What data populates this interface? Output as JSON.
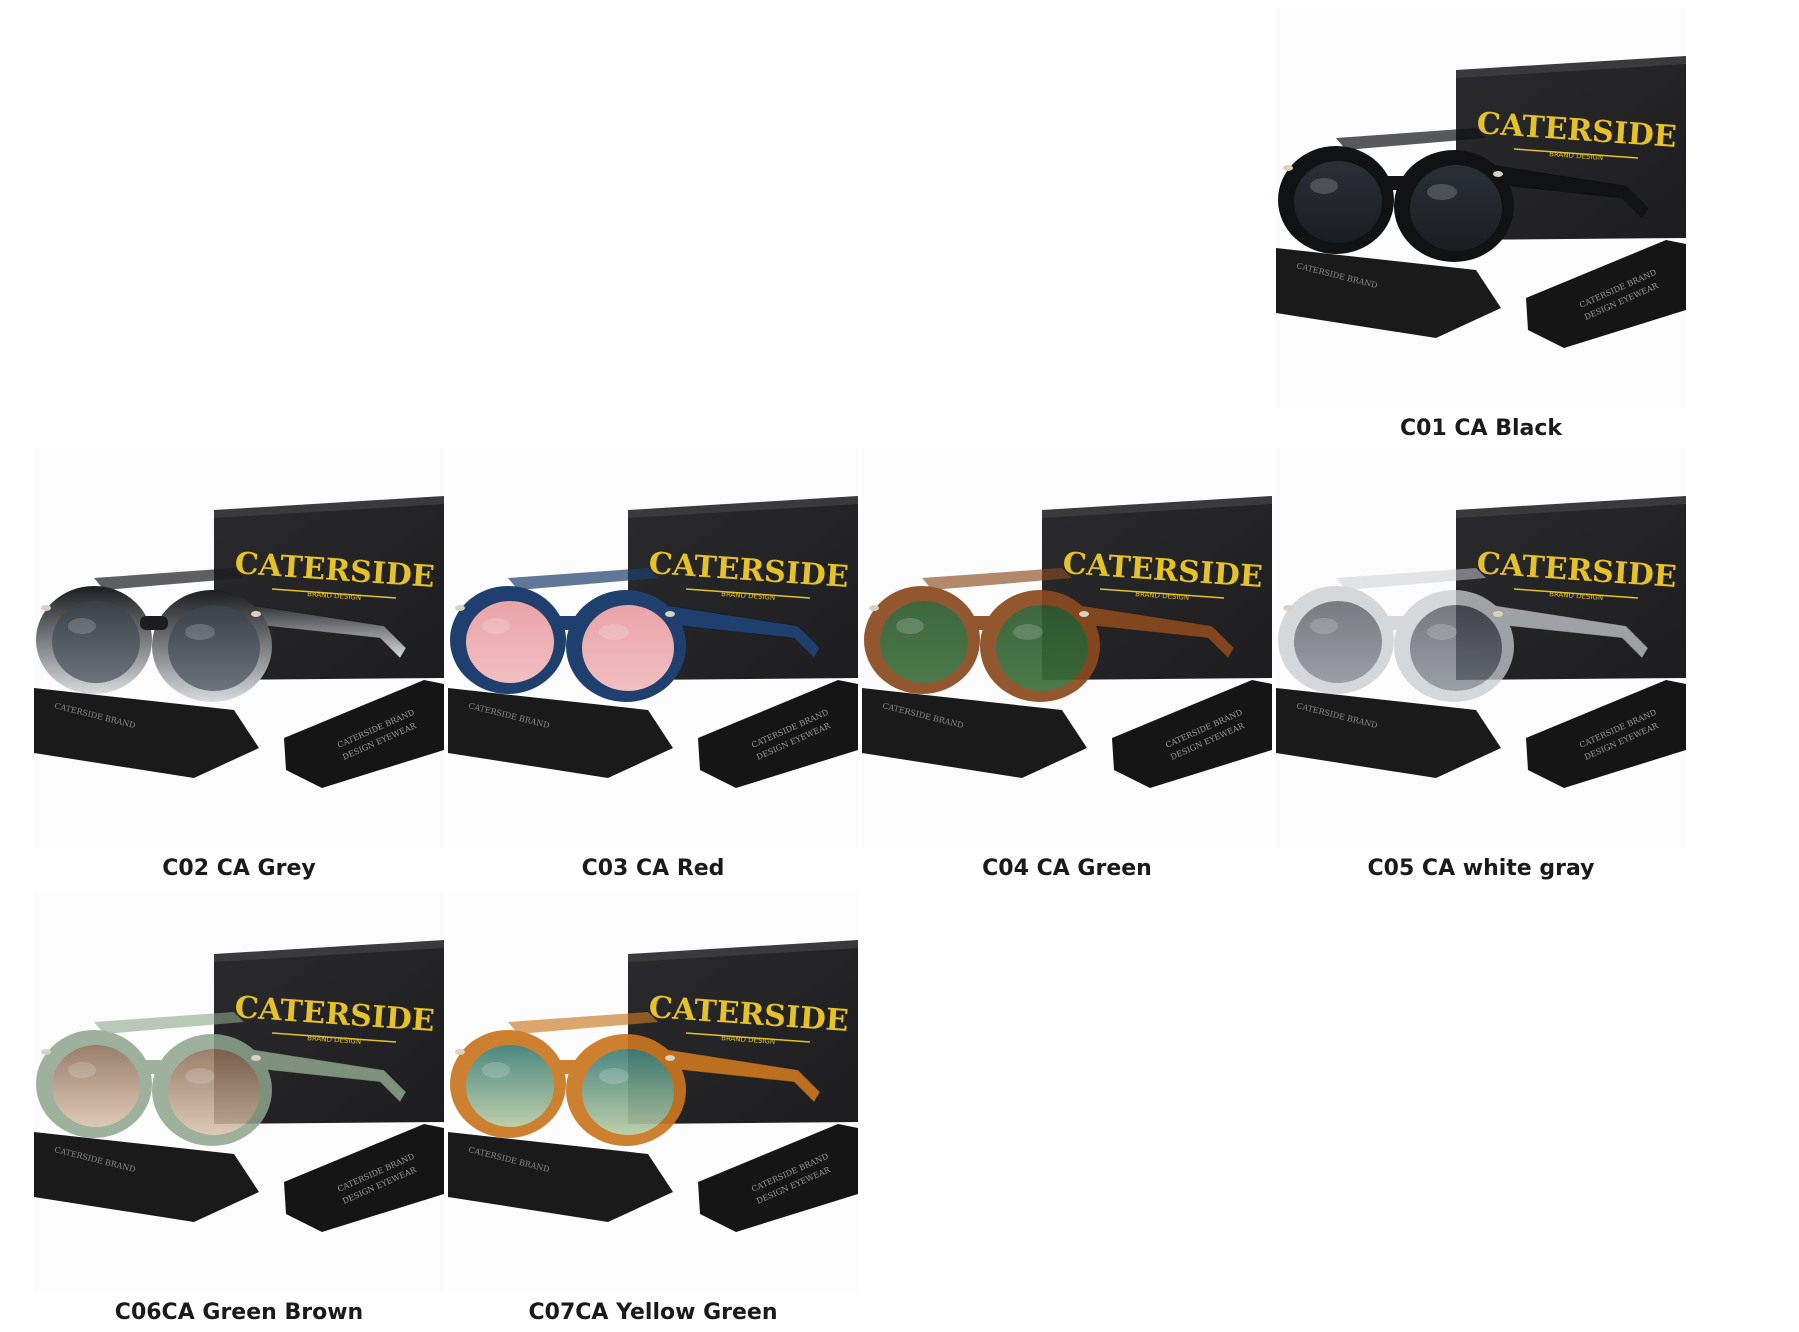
{
  "brand": {
    "name": "CATERSIDE",
    "tagline": "BRAND DESIGN",
    "cloth_text_1": "CATERSIDE BRAND",
    "cloth_text_2": "DESIGN EYEWEAR",
    "box_color": "#1d1d1f",
    "logo_color": "#e6c229"
  },
  "products": [
    {
      "label": "C01 CA Black",
      "frame_color": "#101214",
      "frame_opacity": 1.0,
      "lens_top": "#2b3036",
      "lens_bottom": "#1a1d21"
    },
    {
      "label": "C02 CA Grey",
      "frame_color": "#1b1d20",
      "frame_opacity": 1.0,
      "lens_top": "#3a4048",
      "lens_bottom": "#6c737c",
      "frame_fade": "#d8dbde"
    },
    {
      "label": "C03 CA Red",
      "frame_color": "#1f3f6e",
      "frame_opacity": 1.0,
      "lens_top": "#e9a3a8",
      "lens_bottom": "#f2bfc1"
    },
    {
      "label": "C04 CA Green",
      "frame_color": "#8a4a1e",
      "frame_opacity": 0.92,
      "lens_top": "#2f5a2f",
      "lens_bottom": "#3c6e3a"
    },
    {
      "label": "C05 CA white gray",
      "frame_color": "#c9ccd0",
      "frame_opacity": 0.75,
      "lens_top": "#4b5057",
      "lens_bottom": "#7b8189"
    },
    {
      "label": "C06CA Green Brown",
      "frame_color": "#8ea58c",
      "frame_opacity": 0.85,
      "lens_top": "#8a6a52",
      "lens_bottom": "#d9c1ab"
    },
    {
      "label": "C07CA Yellow Green",
      "frame_color": "#c9761f",
      "frame_opacity": 0.92,
      "lens_top": "#3f7f78",
      "lens_bottom": "#b8cba3"
    }
  ]
}
